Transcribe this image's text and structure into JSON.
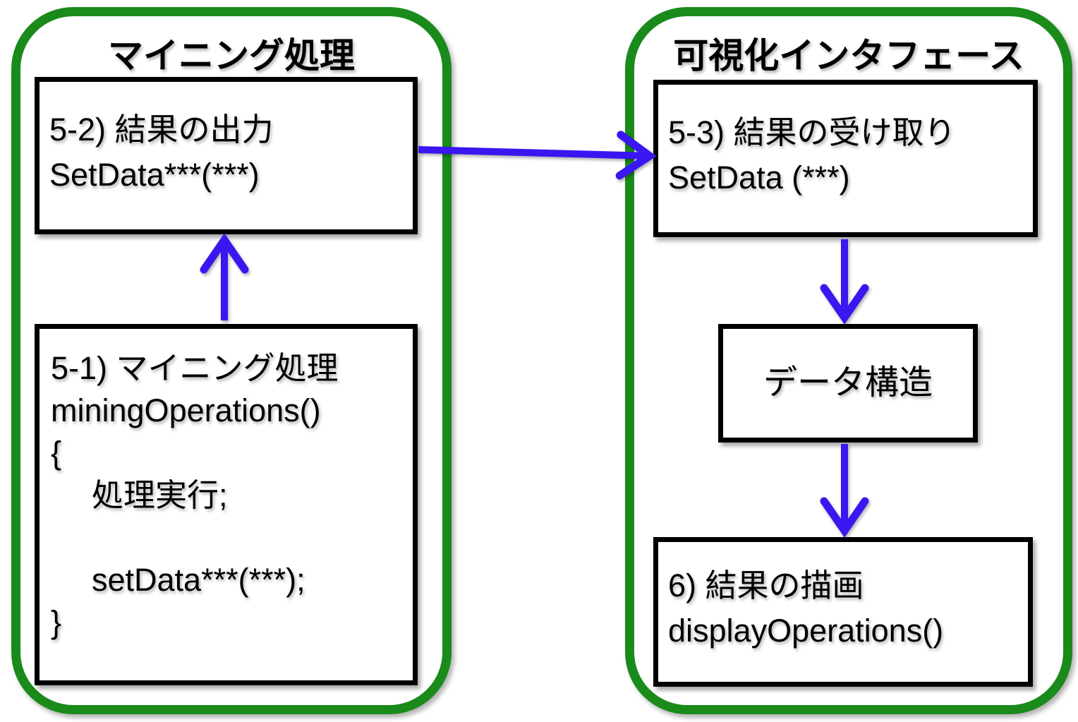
{
  "colors": {
    "group_border": "#1a8a1a",
    "arrow": "#3a16f0",
    "node_border": "#000000",
    "background": "#ffffff"
  },
  "groups": {
    "mining": {
      "title": "マイニング処理",
      "nodes": {
        "output": {
          "line1": "5-2) 結果の出力",
          "line2": "SetData***(***)"
        },
        "process": {
          "line1": "5-1) マイニング処理",
          "line2": "miningOperations()",
          "line3": "{",
          "line4": "処理実行;",
          "line5": "setData***(***);",
          "line6": "}"
        }
      }
    },
    "visualization": {
      "title": "可視化インタフェース",
      "nodes": {
        "receive": {
          "line1": "5-3) 結果の受け取り",
          "line2": "SetData (***)"
        },
        "datastore": {
          "line1": "データ構造"
        },
        "draw": {
          "line1": "6) 結果の描画",
          "line2": "displayOperations()"
        }
      }
    }
  },
  "edges": [
    {
      "from": "5-2) 結果の出力",
      "to": "5-3) 結果の受け取り",
      "direction": "right"
    },
    {
      "from": "5-1) マイニング処理",
      "to": "5-2) 結果の出力",
      "direction": "up"
    },
    {
      "from": "5-3) 結果の受け取り",
      "to": "データ構造",
      "direction": "down"
    },
    {
      "from": "データ構造",
      "to": "6) 結果の描画",
      "direction": "down"
    }
  ]
}
